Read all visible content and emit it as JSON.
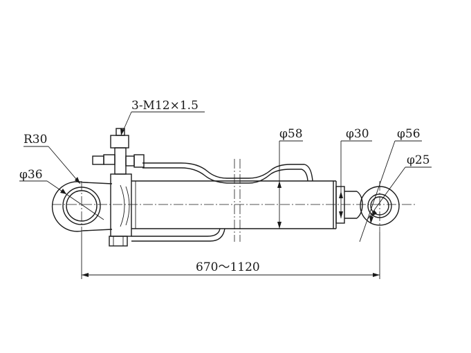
{
  "labels": {
    "thread": "3-M12×1.5",
    "radius": "R30",
    "bore_left": "φ36",
    "cylinder_diameter": "φ58",
    "rod_diameter": "φ30",
    "eye_outer": "φ56",
    "eye_bore": "φ25",
    "length_range": "670～1120"
  }
}
